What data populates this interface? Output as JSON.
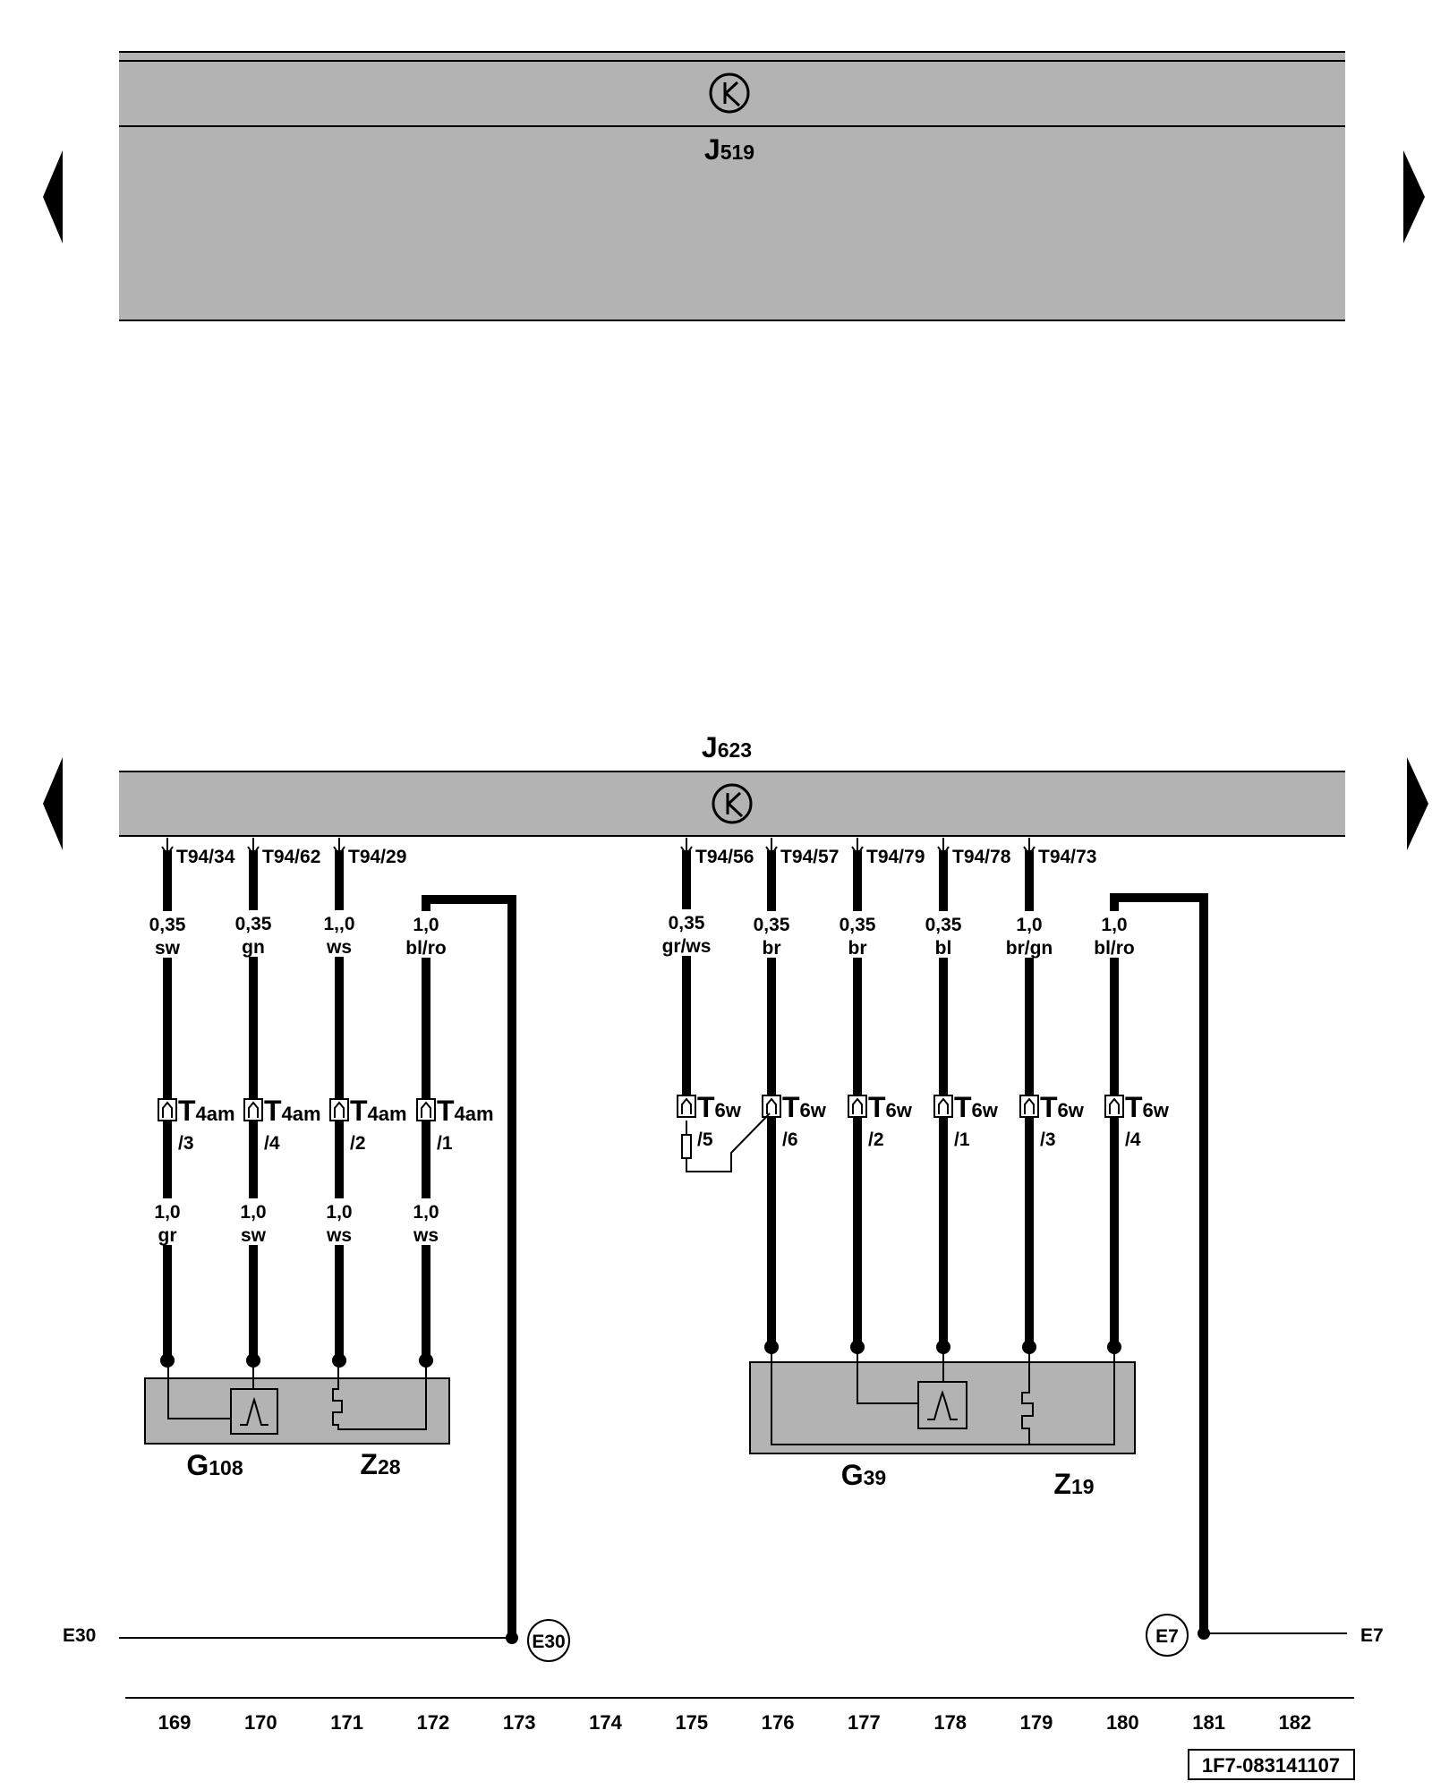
{
  "modules": {
    "top": {
      "name": "J",
      "sub": "519"
    },
    "bottom": {
      "name": "J",
      "sub": "623"
    }
  },
  "pins": [
    "T94/34",
    "T94/62",
    "T94/29",
    "T94/56",
    "T94/57",
    "T94/79",
    "T94/78",
    "T94/73"
  ],
  "wires_upper": [
    {
      "size": "0,35",
      "color": "sw"
    },
    {
      "size": "0,35",
      "color": "gn"
    },
    {
      "size": "1,,0",
      "color": "ws"
    },
    {
      "size": "1,0",
      "color": "bl/ro"
    },
    {
      "size": "0,35",
      "color": "gr/ws"
    },
    {
      "size": "0,35",
      "color": "br"
    },
    {
      "size": "0,35",
      "color": "br"
    },
    {
      "size": "0,35",
      "color": "bl"
    },
    {
      "size": "1,0",
      "color": "br/gn"
    },
    {
      "size": "1,0",
      "color": "bl/ro"
    }
  ],
  "connectors": [
    {
      "name": "T",
      "sub": "4am",
      "pin": "/3"
    },
    {
      "name": "T",
      "sub": "4am",
      "pin": "/4"
    },
    {
      "name": "T",
      "sub": "4am",
      "pin": "/2"
    },
    {
      "name": "T",
      "sub": "4am",
      "pin": "/1"
    },
    {
      "name": "T",
      "sub": "6w",
      "pin": "/5"
    },
    {
      "name": "T",
      "sub": "6w",
      "pin": "/6"
    },
    {
      "name": "T",
      "sub": "6w",
      "pin": "/2"
    },
    {
      "name": "T",
      "sub": "6w",
      "pin": "/1"
    },
    {
      "name": "T",
      "sub": "6w",
      "pin": "/3"
    },
    {
      "name": "T",
      "sub": "6w",
      "pin": "/4"
    }
  ],
  "wires_lower": [
    {
      "size": "1,0",
      "color": "gr"
    },
    {
      "size": "1,0",
      "color": "sw"
    },
    {
      "size": "1,0",
      "color": "ws"
    },
    {
      "size": "1,0",
      "color": "ws"
    }
  ],
  "components": [
    {
      "name": "G",
      "sub": "108"
    },
    {
      "name": "Z",
      "sub": "28"
    },
    {
      "name": "G",
      "sub": "39"
    },
    {
      "name": "Z",
      "sub": "19"
    }
  ],
  "grounds": {
    "left_label": "E30",
    "left_circle": "E30",
    "right_circle": "E7",
    "right_label": "E7"
  },
  "columns": [
    "169",
    "170",
    "171",
    "172",
    "173",
    "174",
    "175",
    "176",
    "177",
    "178",
    "179",
    "180",
    "181",
    "182"
  ],
  "doc_id": "1F7-083141107",
  "colors": {
    "module_fill": "#b3b3b3",
    "component_fill": "#b3b3b3",
    "wire": "#000000"
  }
}
